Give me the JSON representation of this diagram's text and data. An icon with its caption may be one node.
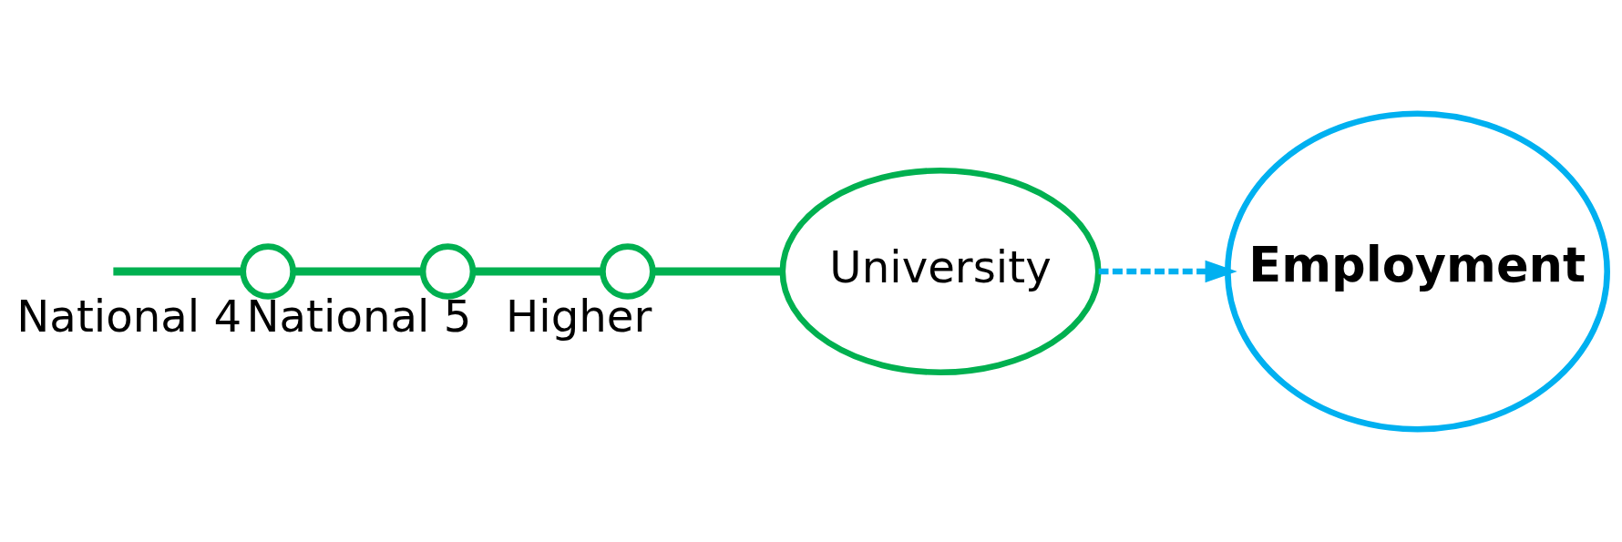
{
  "diagram": {
    "nodes": [
      {
        "text": [],
        "shape": "circle",
        "beside": [
          "National 4"
        ]
      },
      {
        "text": [],
        "shape": "circle",
        "beside": [
          "National 5"
        ]
      },
      {
        "text": [],
        "shape": "circle",
        "beside": [
          "Higher"
        ]
      },
      {
        "text": [
          "University"
        ]
      },
      {
        "text": [
          "Employment"
        ]
      }
    ],
    "edges": [
      {
        "from": null,
        "to": 0,
        "arrow": "none"
      },
      {
        "from": 0,
        "to": 1,
        "arrow": "none"
      },
      {
        "from": 1,
        "to": 2,
        "arrow": "none"
      },
      {
        "from": 2,
        "to": 3,
        "arrow": "none"
      },
      {
        "from": 3,
        "to": 4,
        "arrow": "to",
        "style": "dashed",
        "color": "#00b0f0"
      }
    ]
  }
}
